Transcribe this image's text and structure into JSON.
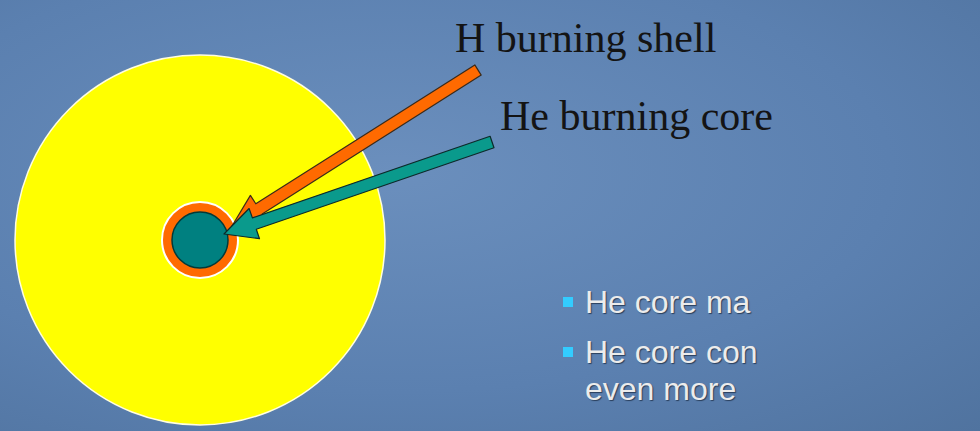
{
  "diagram": {
    "labels": [
      "H burning shell",
      "He burning core",
      "He core ma",
      "He core con even more"
    ]
  }
}
